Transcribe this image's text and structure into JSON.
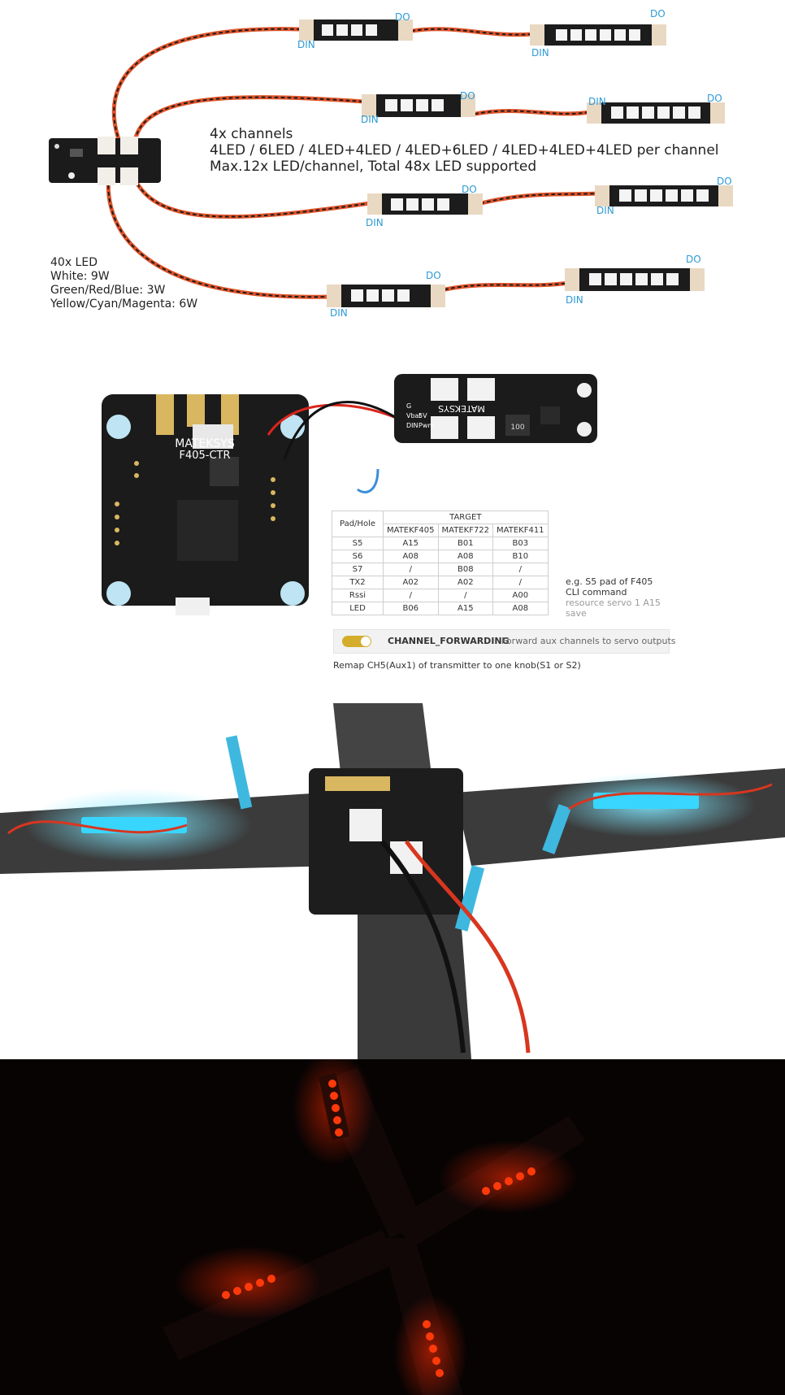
{
  "wiring": {
    "channels_line": "4x channels",
    "led_combos": "4LED / 6LED / 4LED+4LED / 4LED+6LED / 4LED+4LED+4LED per channel",
    "max_line": "Max.12x LED/channel,  Total 48x LED supported",
    "pin_in_label": "DIN",
    "pin_out_label": "DO",
    "power": {
      "count": "40x LED",
      "white": "White: 9W",
      "grb": "Green/Red/Blue: 3W",
      "ycm": "Yellow/Cyan/Magenta: 6W"
    }
  },
  "fc_board": {
    "brand": "MATEKSYS",
    "model": "F405-CTR"
  },
  "led_board": {
    "brand": "MATEKSYS",
    "inductor": "100",
    "pin_g": "G",
    "pin_vbat": "Vbat",
    "pin_din": "DIN",
    "pin_5v": "5V",
    "pin_pwm": "Pwm"
  },
  "target_table": {
    "pad_header": "Pad/Hole",
    "target_header": "TARGET",
    "mcus": [
      "MATEKF405",
      "MATEKF722",
      "MATEKF411"
    ],
    "rows": [
      {
        "pad": "S5",
        "f405": "A15",
        "f722": "B01",
        "f411": "B03"
      },
      {
        "pad": "S6",
        "f405": "A08",
        "f722": "A08",
        "f411": "B10"
      },
      {
        "pad": "S7",
        "f405": "/",
        "f722": "B08",
        "f411": "/"
      },
      {
        "pad": "TX2",
        "f405": "A02",
        "f722": "A02",
        "f411": "/"
      },
      {
        "pad": "Rssi",
        "f405": "/",
        "f722": "/",
        "f411": "A00"
      },
      {
        "pad": "LED",
        "f405": "B06",
        "f722": "A15",
        "f411": "A08"
      }
    ]
  },
  "cli_example": {
    "line1": "e.g. S5 pad of F405",
    "line2": "CLI command",
    "line3": "resource servo 1 A15",
    "line4": "save"
  },
  "channel_forwarding": {
    "name": "CHANNEL_FORWARDING",
    "description": "Forward aux channels to servo outputs",
    "enabled": true
  },
  "remap_note": "Remap CH5(Aux1) of transmitter to one knob(S1 or S2)",
  "colors": {
    "label_blue": "#2d9ad6",
    "wire_orange": "#e0542a",
    "pcb_black": "#1b1b1b",
    "toggle_gold": "#d3ad2b",
    "led_cyan": "#38d6ff",
    "led_red": "#ff3a0a"
  }
}
